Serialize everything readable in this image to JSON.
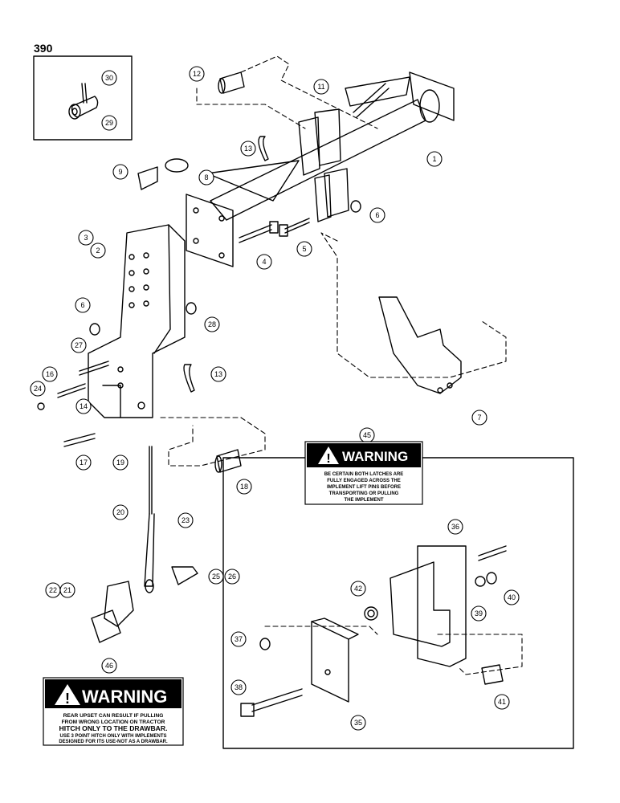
{
  "page_number": "390",
  "callouts": {
    "c1": "1",
    "c2": "2",
    "c3": "3",
    "c4": "4",
    "c5": "5",
    "c6a": "6",
    "c6b": "6",
    "c7": "7",
    "c8": "8",
    "c9": "9",
    "c11": "11",
    "c12": "12",
    "c13a": "13",
    "c13b": "13",
    "c14": "14",
    "c16": "16",
    "c17": "17",
    "c18": "18",
    "c19": "19",
    "c20": "20",
    "c21": "21",
    "c22": "22",
    "c23": "23",
    "c24": "24",
    "c25": "25",
    "c26": "26",
    "c27": "27",
    "c28": "28",
    "c29": "29",
    "c30": "30",
    "c35": "35",
    "c36": "36",
    "c37": "37",
    "c38": "38",
    "c39": "39",
    "c40": "40",
    "c41": "41",
    "c42": "42",
    "c45": "45",
    "c46": "46"
  },
  "warning45": {
    "heading": "WARNING",
    "lines": [
      "BE CERTAIN BOTH LATCHES ARE",
      "FULLY ENGAGED ACROSS THE",
      "IMPLEMENT LIFT PINS BEFORE",
      "TRANSPORTING OR PULLING",
      "THE IMPLEMENT"
    ]
  },
  "warning46": {
    "heading": "WARNING",
    "lines": [
      "REAR UPSET CAN RESULT IF PULLING",
      "FROM WRONG LOCATION ON TRACTOR",
      "HITCH ONLY TO THE DRAWBAR.",
      "USE 3 POINT HITCH ONLY WITH IMPLEMENTS",
      "DESIGNED FOR ITS USE-NOT AS A DRAWBAR."
    ]
  }
}
